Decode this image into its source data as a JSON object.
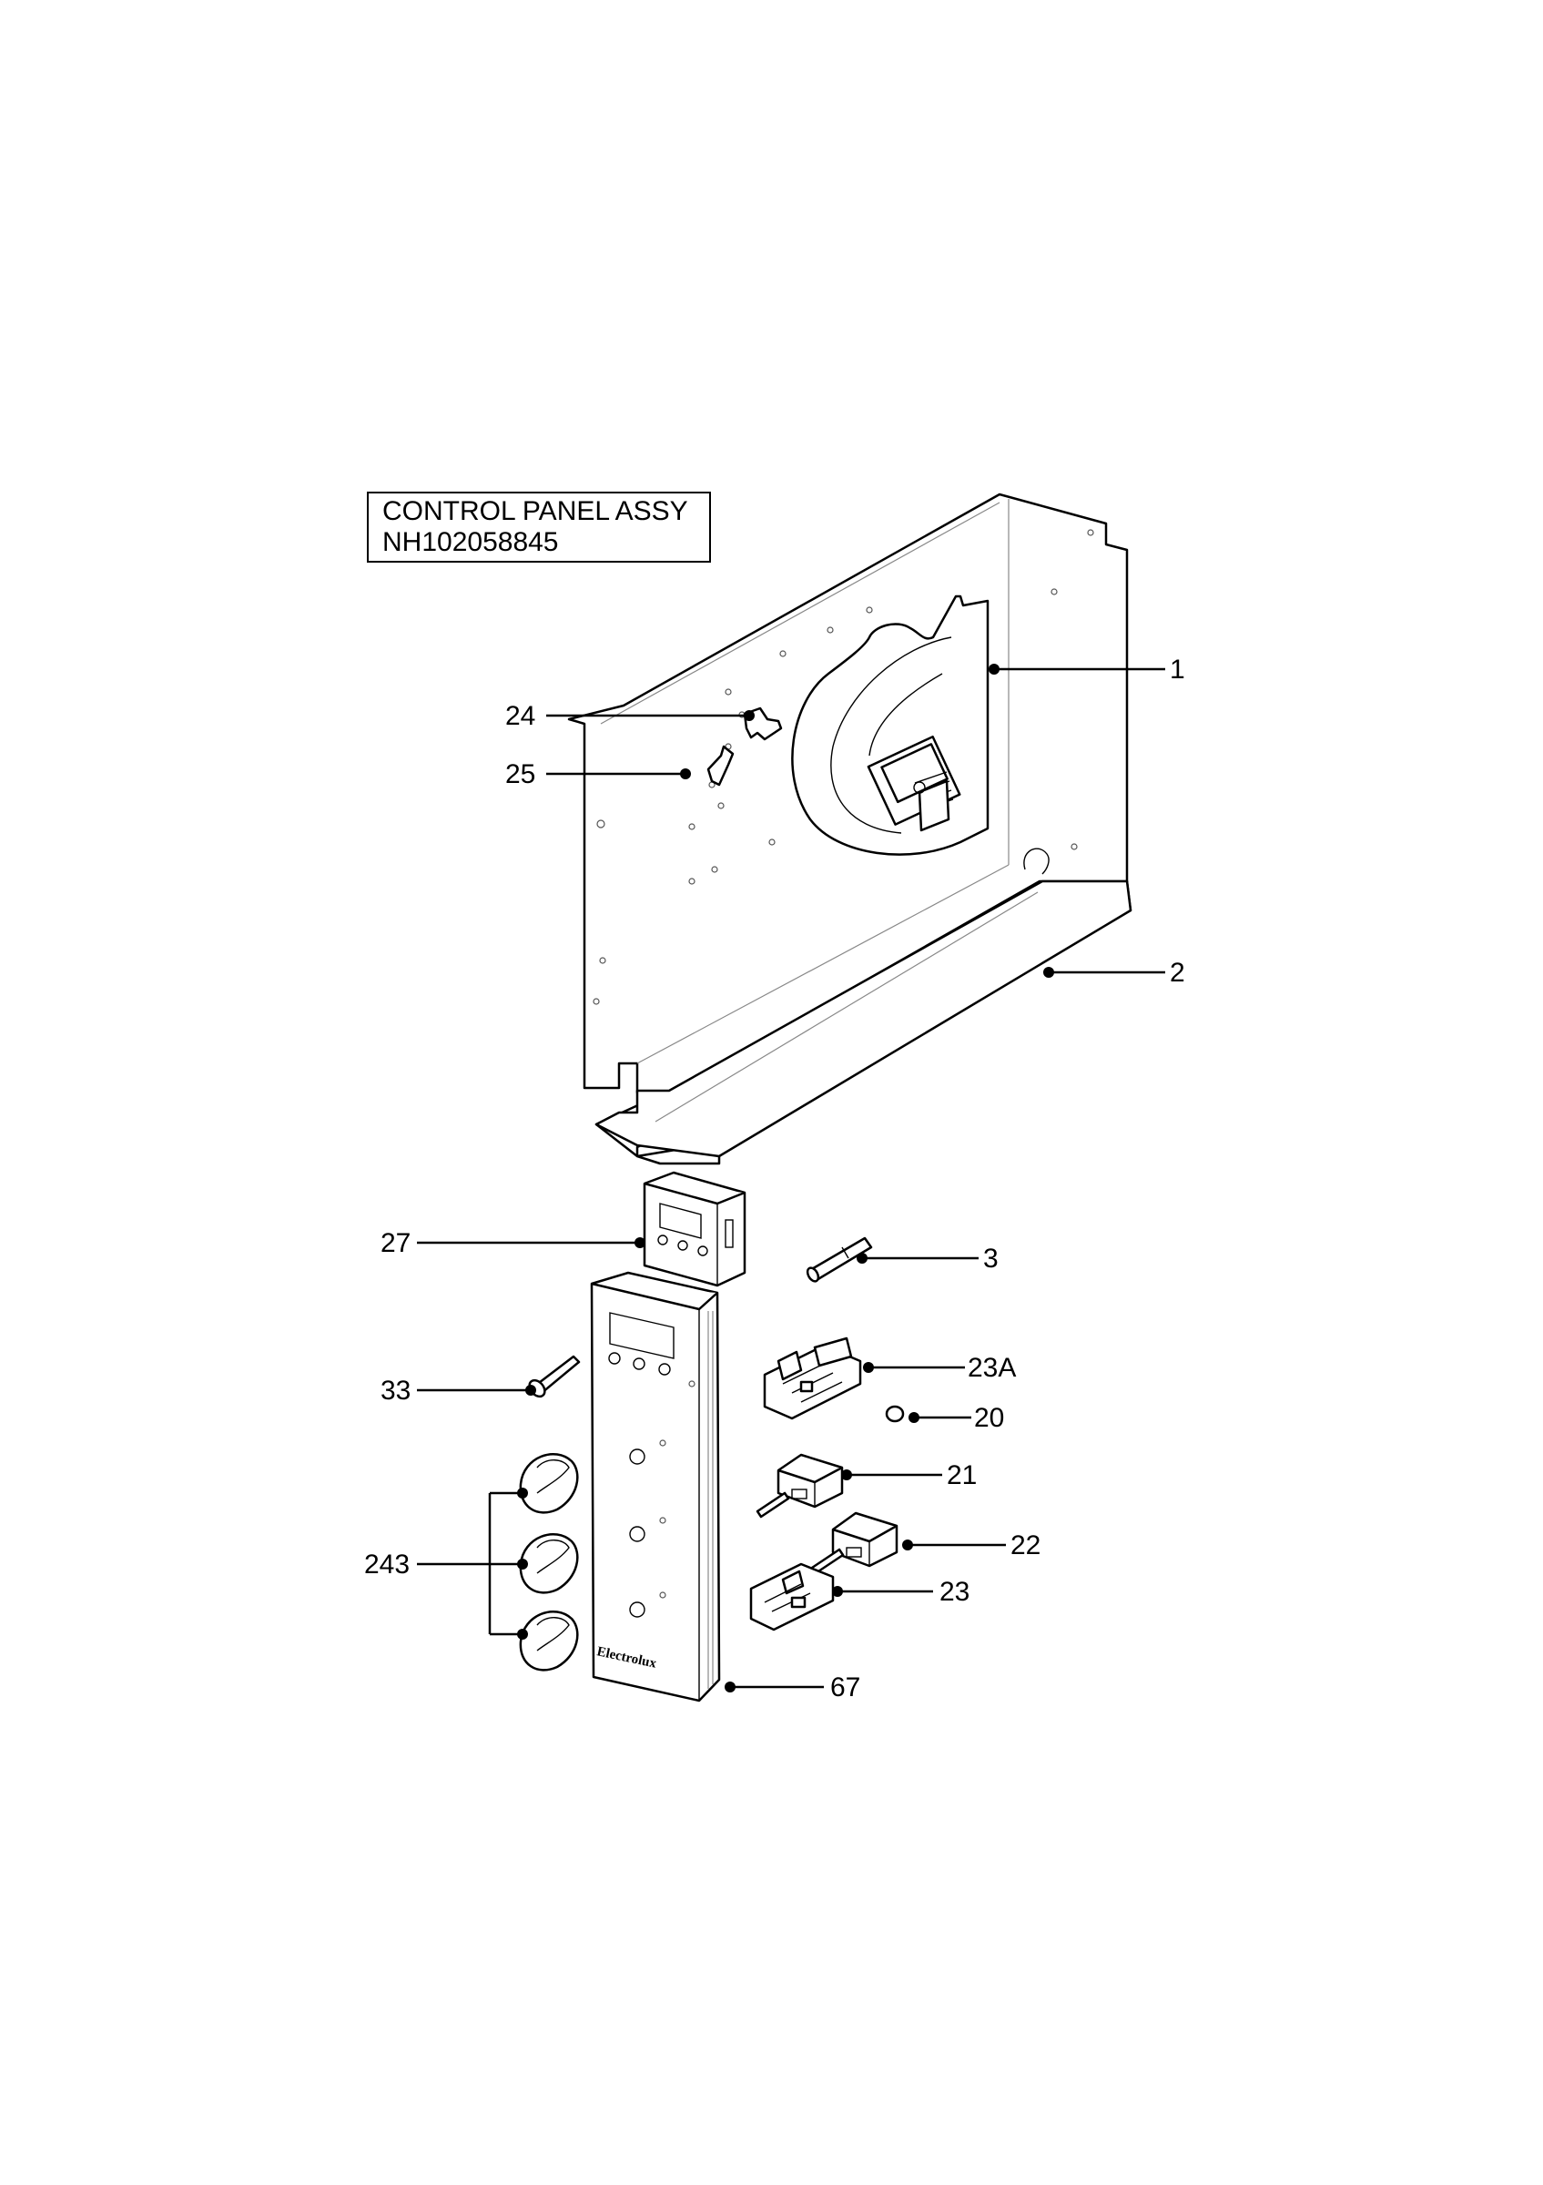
{
  "title": {
    "line1": "CONTROL PANEL ASSY",
    "line2": "NH102058845"
  },
  "callouts": {
    "c1": "1",
    "c2": "2",
    "c3": "3",
    "c20": "20",
    "c21": "21",
    "c22": "22",
    "c23": "23",
    "c23a": "23A",
    "c24": "24",
    "c25": "25",
    "c27": "27",
    "c33": "33",
    "c243": "243",
    "c67": "67"
  },
  "fascia_brand": "Electrolux"
}
